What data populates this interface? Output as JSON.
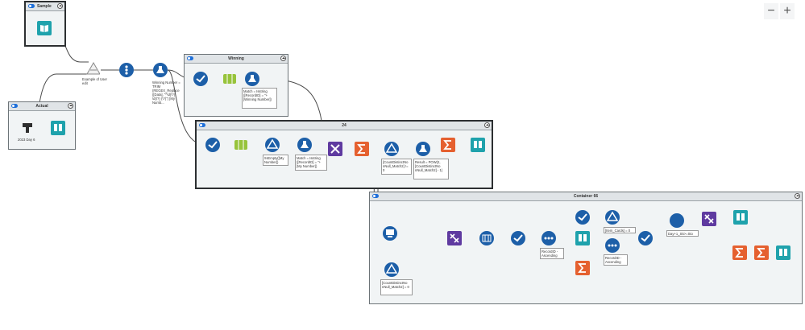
{
  "zoom": {
    "minus": "−",
    "plus": "+"
  },
  "containers": {
    "sample": "Sample",
    "actual": "Actual",
    "winning": "Winning",
    "c24": "24",
    "c66": "Container 66"
  },
  "annotations": {
    "example_user_edit": "Example of User edit",
    "input_2023_day6": "2023 Day 6",
    "formula_winning_number": "Winning Number = TRIM (REGEX_Replace ([Data], \"^\\d{\\?} \\d{\\?} (\\?)\") [My Numb...",
    "formula_match_winning": "Match = Isstring ([RecordID] = \"+ [Winning Number])",
    "filter_isempty": "!IsEmpty([My Number])",
    "formula_match_my": "Match = Isstring ([RecordID] = \"+ [My Number])",
    "filter_count_distinct": "[CountDistinctNo nNull_Match2] != 0",
    "formula_result_pow": "Result = POW(2, [CountDistinctNo nNull_Match2] - 1)",
    "sort_recordid_1": "RecordID - Ascending",
    "filter_count_distinct_2": "[CountDistinctNo nNull_Match2] = 0",
    "filter_item_card": "[Item_Cards] = 0",
    "sort_recordid_2": "RecordID - Ascending",
    "join_day": "Day+1_S5>=Sto"
  },
  "icons": [
    "book-input-icon",
    "sample-icon",
    "record-id-icon",
    "formula-icon",
    "select-icon",
    "text-to-columns-icon",
    "filter-icon",
    "join-icon",
    "summarize-icon",
    "browse-icon",
    "input-data-icon",
    "join-multiple-icon",
    "sort-icon",
    "multi-row-formula-icon",
    "generate-rows-icon",
    "transpose-icon"
  ],
  "colors": {
    "blue_tool": "#1d5fa8",
    "green_tool": "#97c33b",
    "teal_tool": "#1fa2ac",
    "orange_tool": "#e5602f",
    "purple_tool": "#5f3aa0",
    "dark_tool": "#2e2e2e",
    "container_bg": "#f1f4f5"
  }
}
